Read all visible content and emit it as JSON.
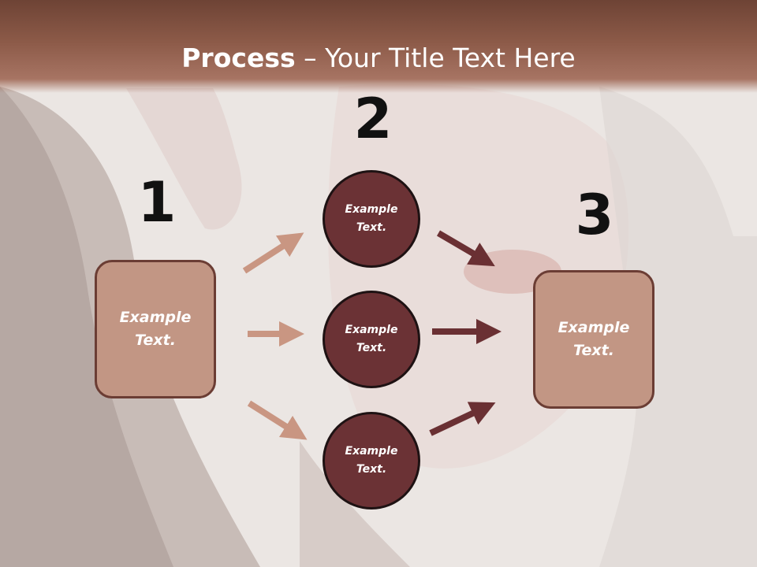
{
  "title": {
    "bold": "Process",
    "rest": " – Your Title Text Here"
  },
  "steps": [
    {
      "number": "1",
      "text": "Example Text."
    },
    {
      "number": "2",
      "items": [
        "Example Text.",
        "Example Text.",
        "Example Text."
      ]
    },
    {
      "number": "3",
      "text": "Example Text."
    }
  ],
  "colors": {
    "header": "#8c5a48",
    "box_fill": "#c29684",
    "box_border": "#6b3d34",
    "circle_fill": "#6b3235",
    "arrow_light": "#c99682",
    "arrow_dark": "#6a3033"
  },
  "background_image": "woman-face-photo"
}
